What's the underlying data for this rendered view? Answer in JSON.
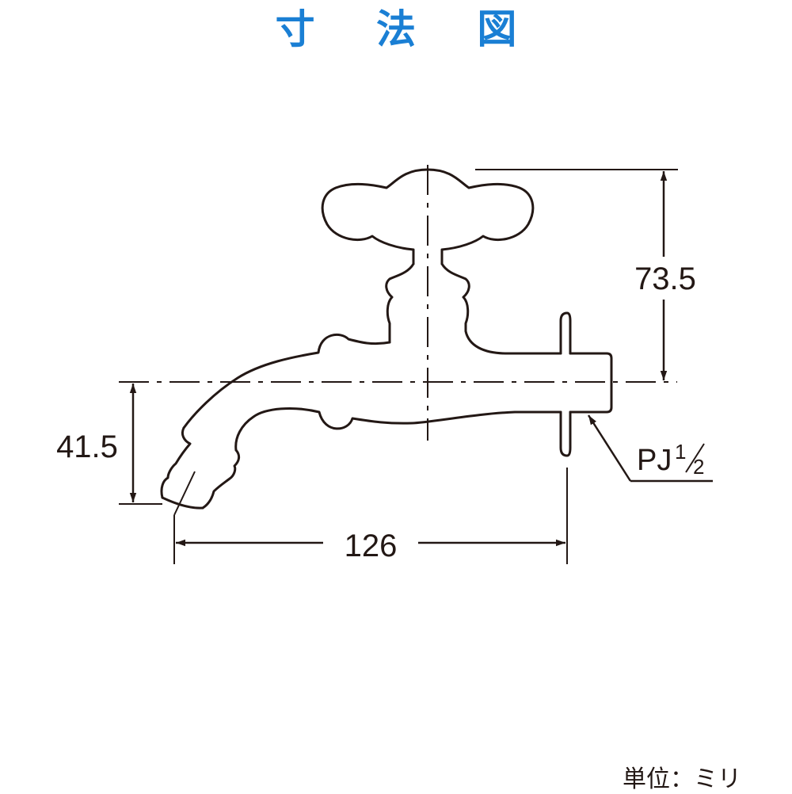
{
  "title": "寸 法 図",
  "colors": {
    "title": "#1a7fd4",
    "line": "#231815",
    "background": "#ffffff"
  },
  "dimensions": {
    "height": "73.5",
    "spout_drop": "41.5",
    "length": "126"
  },
  "thread": {
    "label": "PJ",
    "numerator": "1",
    "denominator": "2"
  },
  "unit_label": "単位：ミリ"
}
